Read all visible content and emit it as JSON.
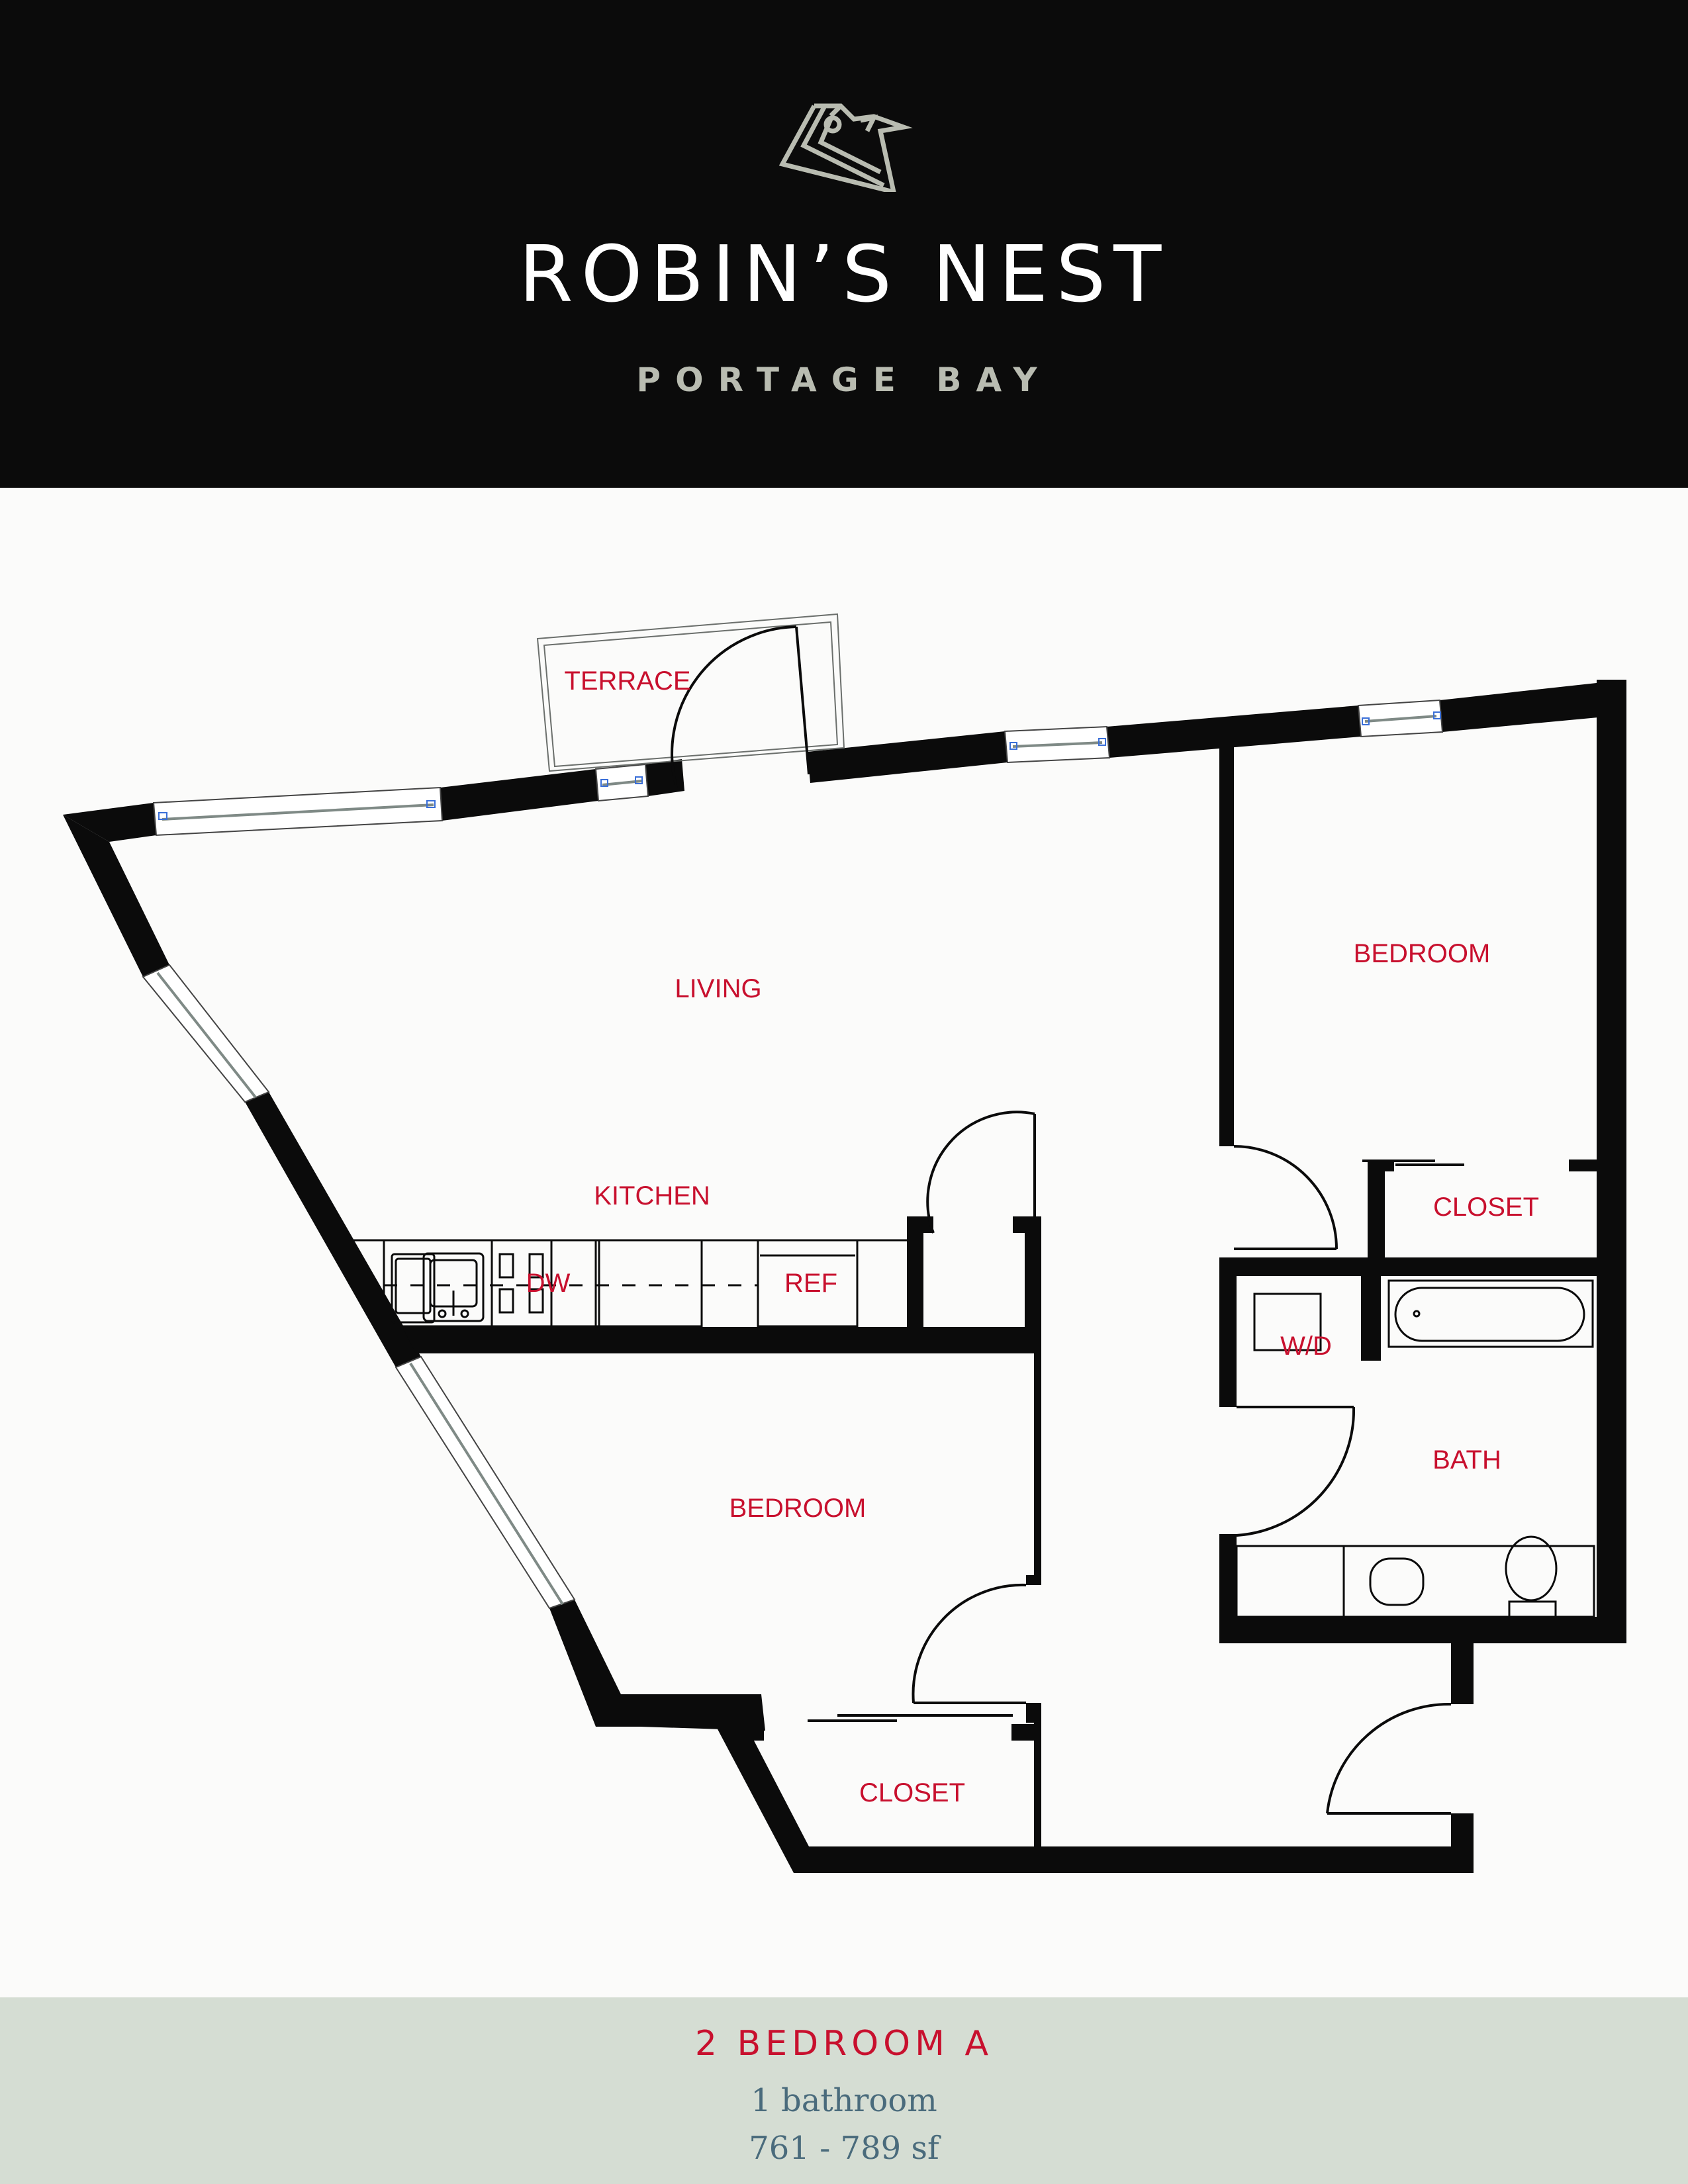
{
  "header": {
    "logo_icon": "robin-bird-logo",
    "title": "ROBIN’S NEST",
    "subtitle": "PORTAGE BAY",
    "background_color": "#0b0b0b",
    "logo_color": "#b9bcb1"
  },
  "floorplan": {
    "rooms": {
      "terrace": "TERRACE",
      "living": "LIVING",
      "kitchen": "KITCHEN",
      "bedroom_1": "BEDROOM",
      "bedroom_2": "BEDROOM",
      "closet_1": "CLOSET",
      "closet_2": "CLOSET",
      "bath": "BATH"
    },
    "appliances": {
      "dishwasher": "DW",
      "refrigerator": "REF",
      "washer_dryer": "W/D"
    },
    "label_color": "#c8102e",
    "wall_color": "#0b0b0b",
    "window_accent_color": "#3a6fd8"
  },
  "footer": {
    "unit_name": "2 BEDROOM A",
    "bathrooms": "1 bathroom",
    "square_feet": "761 - 789 sf",
    "background_color": "#d5ddd3"
  }
}
